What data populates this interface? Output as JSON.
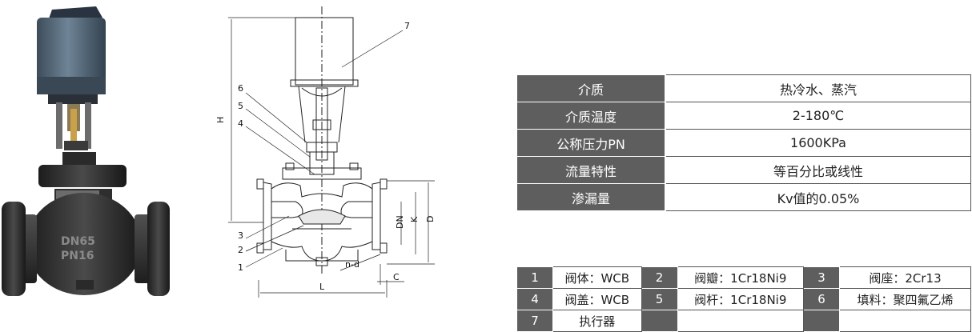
{
  "photo": {
    "label_lines": [
      "DN65",
      "PN16"
    ]
  },
  "drawing": {
    "callouts": [
      "1",
      "2",
      "3",
      "4",
      "5",
      "6",
      "7"
    ],
    "dims": {
      "H": "H",
      "L": "L",
      "C": "C",
      "DN": "DN",
      "K": "K",
      "D": "D",
      "nd": "n-d"
    }
  },
  "spec_table": [
    {
      "key": "介质",
      "value": "热冷水、蒸汽"
    },
    {
      "key": "介质温度",
      "value": "2-180℃"
    },
    {
      "key": "公称压力PN",
      "value": "1600KPa"
    },
    {
      "key": "流量特性",
      "value": "等百分比或线性"
    },
    {
      "key": "渗漏量",
      "value": "Kv值的0.05%"
    }
  ],
  "parts_table": [
    [
      {
        "n": "1",
        "t": "阀体：WCB"
      },
      {
        "n": "2",
        "t": "阀瓣：1Cr18Ni9"
      },
      {
        "n": "3",
        "t": "阀座：2Cr13"
      }
    ],
    [
      {
        "n": "4",
        "t": "阀盖：WCB"
      },
      {
        "n": "5",
        "t": "阀杆：1Cr18Ni9"
      },
      {
        "n": "6",
        "t": "填料：聚四氟乙烯"
      }
    ],
    [
      {
        "n": "7",
        "t": "执行器"
      },
      {
        "n": "",
        "t": ""
      },
      {
        "n": "",
        "t": ""
      }
    ]
  ]
}
